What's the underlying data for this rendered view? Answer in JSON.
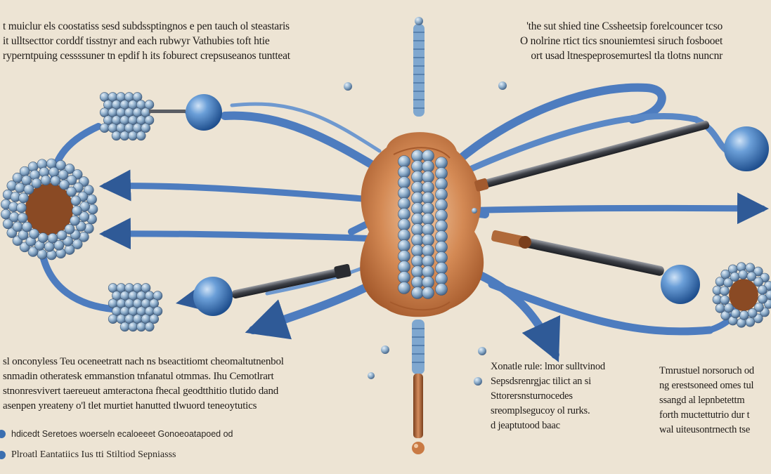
{
  "diagram": {
    "colors": {
      "background": "#ede4d4",
      "ribbon_blue": "#4d7cbf",
      "ribbon_dark": "#2f5a97",
      "bead_blue": "#8fb0cf",
      "sphere_blue": "#3f7dc4",
      "core_orange": "#c97a44",
      "rod_gray": "#4b4e55",
      "tissue_brown": "#8a4a24"
    },
    "icons": [
      "bead-cluster-icon",
      "sphere-icon",
      "arrow-icon",
      "probe-rod-icon",
      "center-organ-icon"
    ]
  },
  "text_blocks": {
    "top_left": [
      "t muiclur els coostatiss sesd subdssptingnos e pen tauch ol steastaris",
      "it ulltsecttor corddf tisstnyr and each rubwyr Vathubies toft htie",
      "ryperntpuing cessssuner tn epdif h its foburect crepsuseanos tuntteat"
    ],
    "top_right": [
      "'the sut shied tine Cssheetsip forelcouncer tcso",
      "O nolrine rtict tics snouniemtesi siruch fosbooet",
      "ort usad ltnespeprosemurtesl tla tlotns nuncnr"
    ],
    "bottom_left": [
      "sl onconyless Teu oceneetratt nach ns bseactitiomt cheomaltutnenbol",
      "snmadin otheratesk emmanstion tnfanatul otmmas. Ihu Cemotlrart",
      "stnonresvivert taereueut amteractona fhecal geodtthitio tlutido dand",
      "asenpen yreateny o'l tlet murtiet hanutted tlwuord teneoytutics"
    ],
    "bottom_center": [
      "Xonatle rule: lmor sulltvinod",
      "Sepsdsrenrgjac tilict an si",
      "Sttorersnsturnocedes",
      "sreomplsegucoy ol rurks.",
      "d jeaptutood baac"
    ],
    "bottom_right": [
      "Tmrustuel norsoruch od",
      "ng erestsoneed omes tul",
      "ssangd al lepnbetettm",
      "forth muctettutrio dur t",
      "wal uiteusontrnecth tse"
    ]
  },
  "legend": [
    {
      "icon": "legend-dot-icon",
      "label": "hdicedt Seretoes woerseln ecaloeeet Gonoeoatapoed od"
    },
    {
      "icon": "legend-dot-icon",
      "label": "Plroatl Eantatiics Ius tti Stiltiod Sepniasss"
    }
  ]
}
